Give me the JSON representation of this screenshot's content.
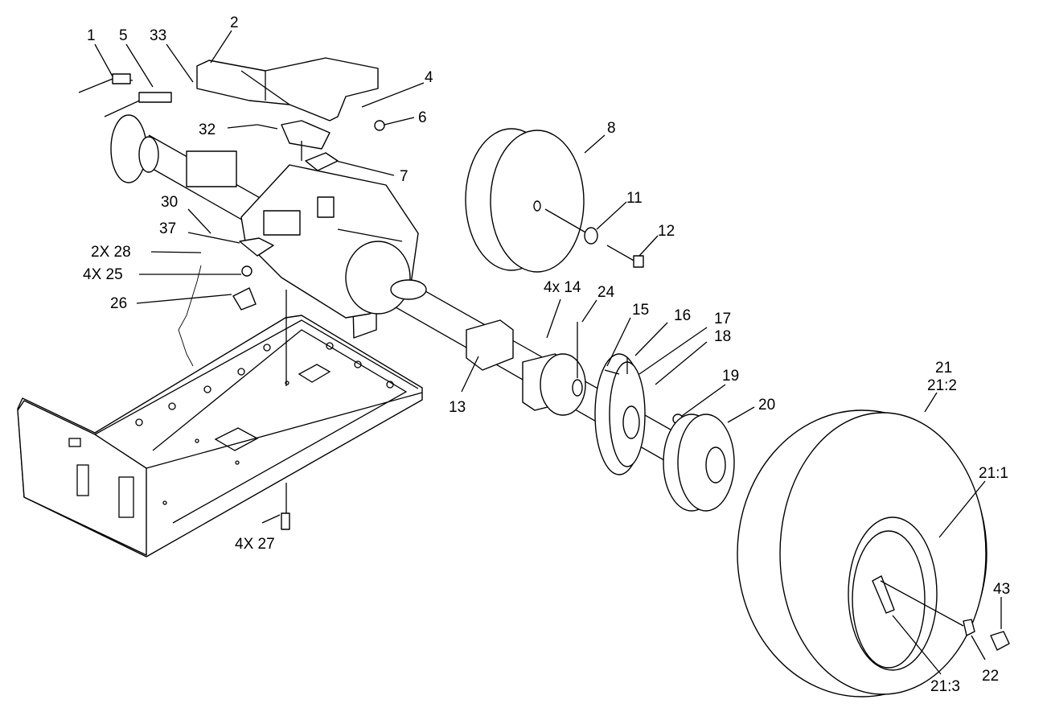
{
  "labels": [
    {
      "id": "l1",
      "text": "1"
    },
    {
      "id": "l5",
      "text": "5"
    },
    {
      "id": "l33",
      "text": "33"
    },
    {
      "id": "l2",
      "text": "2"
    },
    {
      "id": "l4",
      "text": "4"
    },
    {
      "id": "l6",
      "text": "6"
    },
    {
      "id": "l32",
      "text": "32"
    },
    {
      "id": "l7",
      "text": "7"
    },
    {
      "id": "l8",
      "text": "8"
    },
    {
      "id": "l11",
      "text": "11"
    },
    {
      "id": "l12",
      "text": "12"
    },
    {
      "id": "l30",
      "text": "30"
    },
    {
      "id": "l37",
      "text": "37"
    },
    {
      "id": "l2x28",
      "text": "2X 28"
    },
    {
      "id": "l4x25",
      "text": "4X 25"
    },
    {
      "id": "l26",
      "text": "26"
    },
    {
      "id": "l4x14",
      "text": "4x 14"
    },
    {
      "id": "l24",
      "text": "24"
    },
    {
      "id": "l15",
      "text": "15"
    },
    {
      "id": "l16",
      "text": "16"
    },
    {
      "id": "l17",
      "text": "17"
    },
    {
      "id": "l18",
      "text": "18"
    },
    {
      "id": "l13",
      "text": "13"
    },
    {
      "id": "l19",
      "text": "19"
    },
    {
      "id": "l20",
      "text": "20"
    },
    {
      "id": "l21",
      "text": "21"
    },
    {
      "id": "l21_2",
      "text": "21:2"
    },
    {
      "id": "l21_1",
      "text": "21:1"
    },
    {
      "id": "l43",
      "text": "43"
    },
    {
      "id": "l22",
      "text": "22"
    },
    {
      "id": "l21_3",
      "text": "21:3"
    },
    {
      "id": "l4x27",
      "text": "4X 27"
    }
  ]
}
